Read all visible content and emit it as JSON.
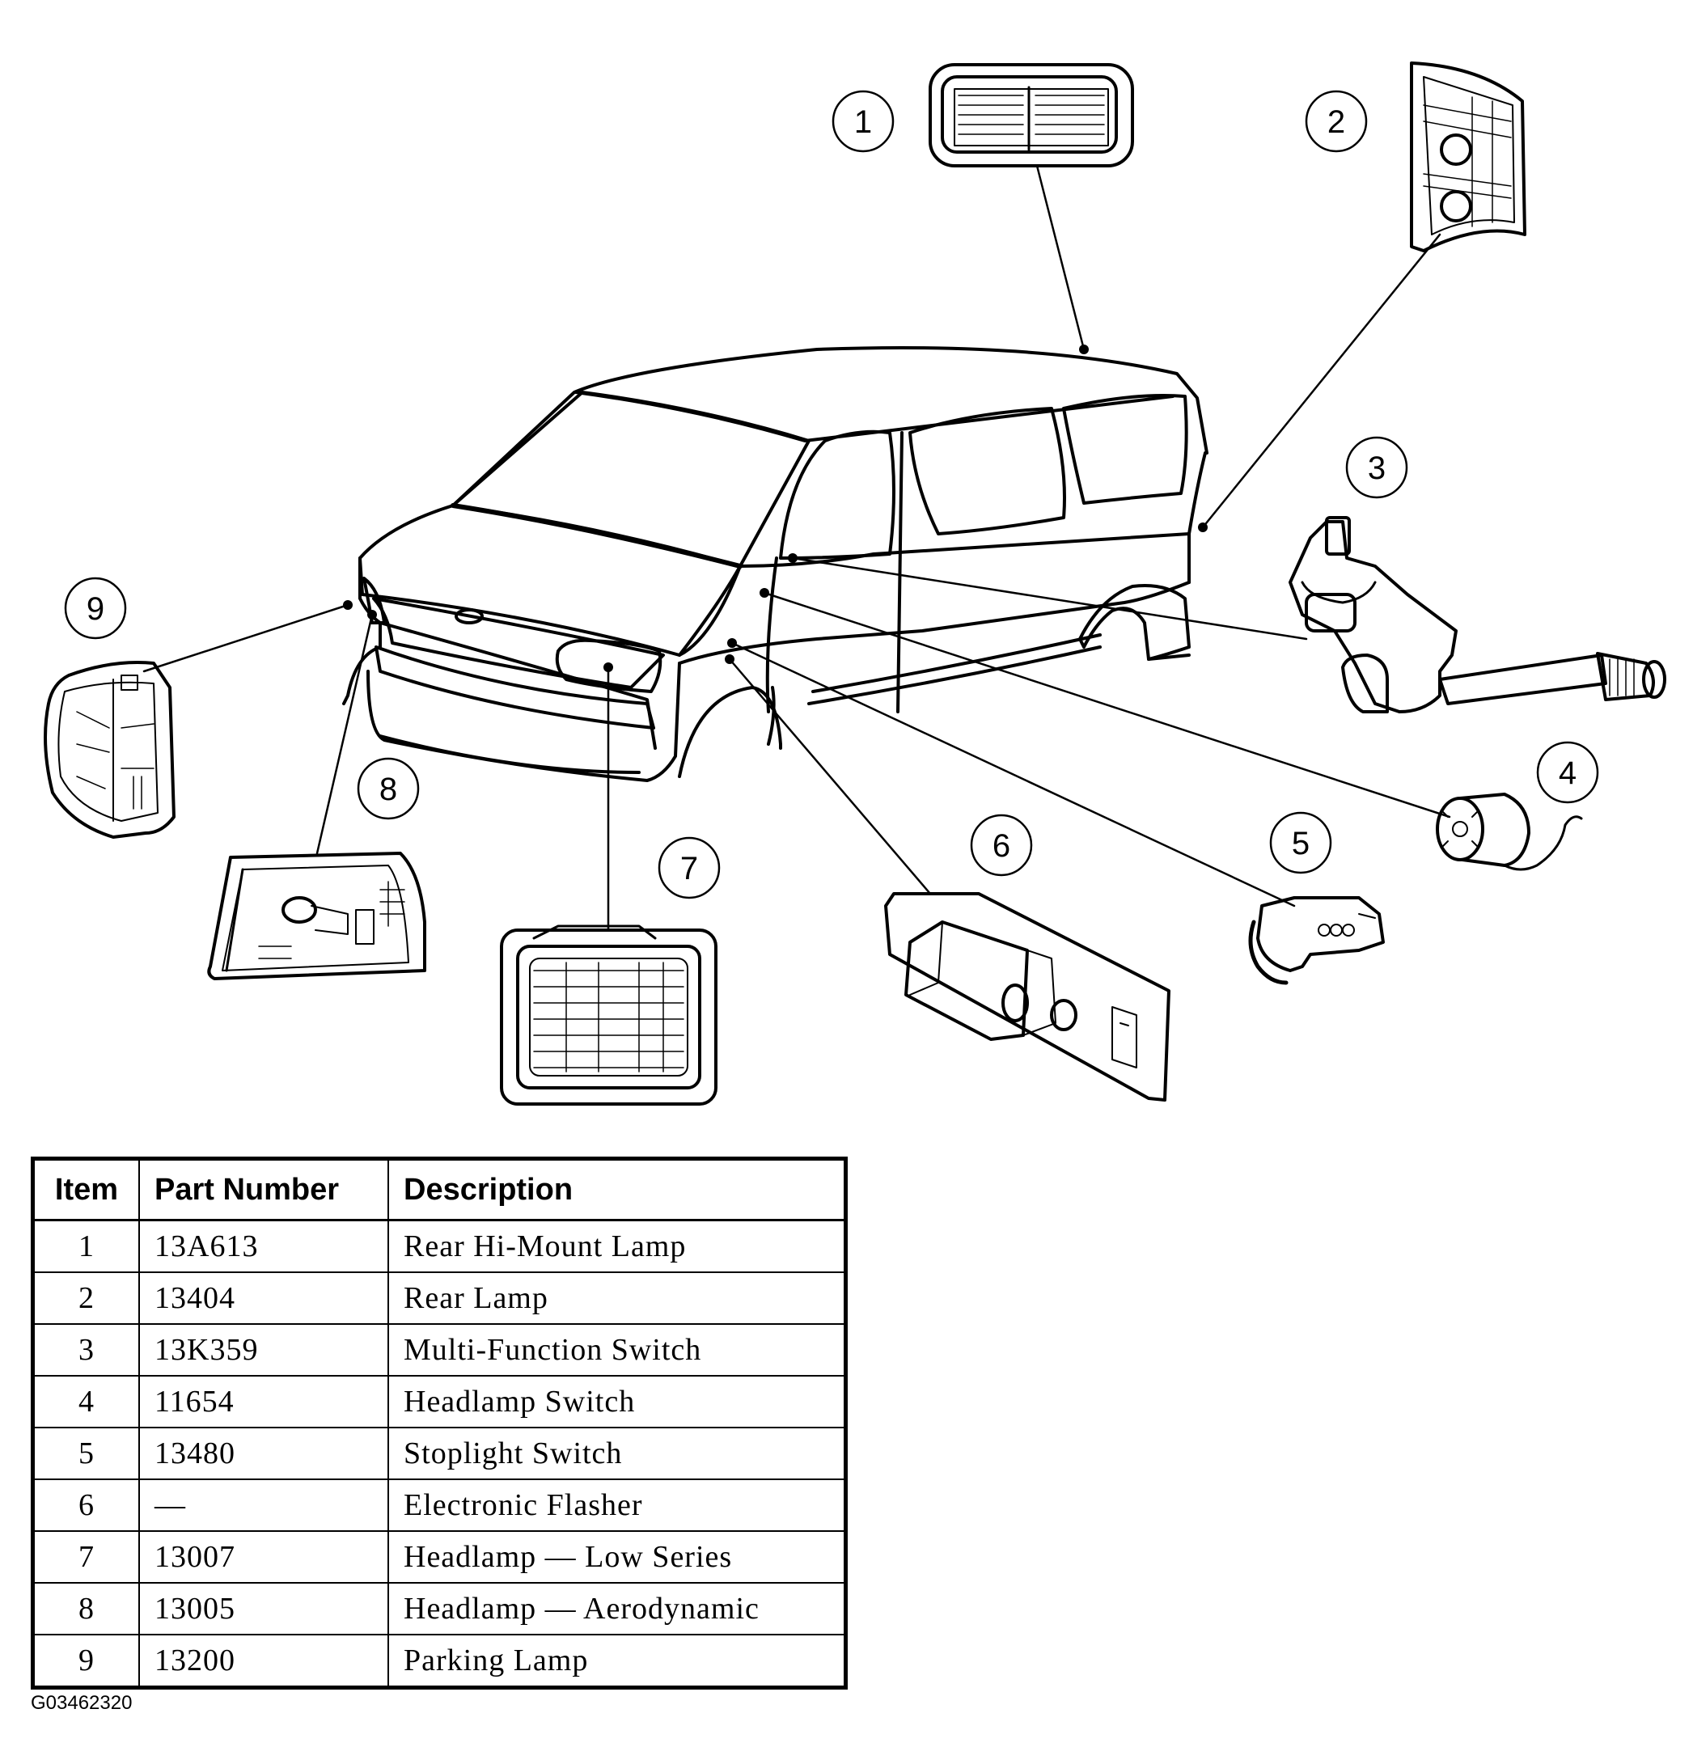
{
  "callouts": [
    "1",
    "2",
    "3",
    "4",
    "5",
    "6",
    "7",
    "8",
    "9"
  ],
  "table": {
    "headers": {
      "item": "Item",
      "part_number": "Part Number",
      "description": "Description"
    },
    "rows": [
      {
        "item": "1",
        "part_number": "13A613",
        "description": "Rear Hi-Mount Lamp"
      },
      {
        "item": "2",
        "part_number": "13404",
        "description": "Rear Lamp"
      },
      {
        "item": "3",
        "part_number": "13K359",
        "description": "Multi-Function Switch"
      },
      {
        "item": "4",
        "part_number": "11654",
        "description": "Headlamp Switch"
      },
      {
        "item": "5",
        "part_number": "13480",
        "description": "Stoplight Switch"
      },
      {
        "item": "6",
        "part_number": "—",
        "description": "Electronic Flasher"
      },
      {
        "item": "7",
        "part_number": "13007",
        "description": "Headlamp — Low Series"
      },
      {
        "item": "8",
        "part_number": "13005",
        "description": "Headlamp — Aerodynamic"
      },
      {
        "item": "9",
        "part_number": "13200",
        "description": "Parking Lamp"
      }
    ]
  },
  "figure_id": "G03462320"
}
